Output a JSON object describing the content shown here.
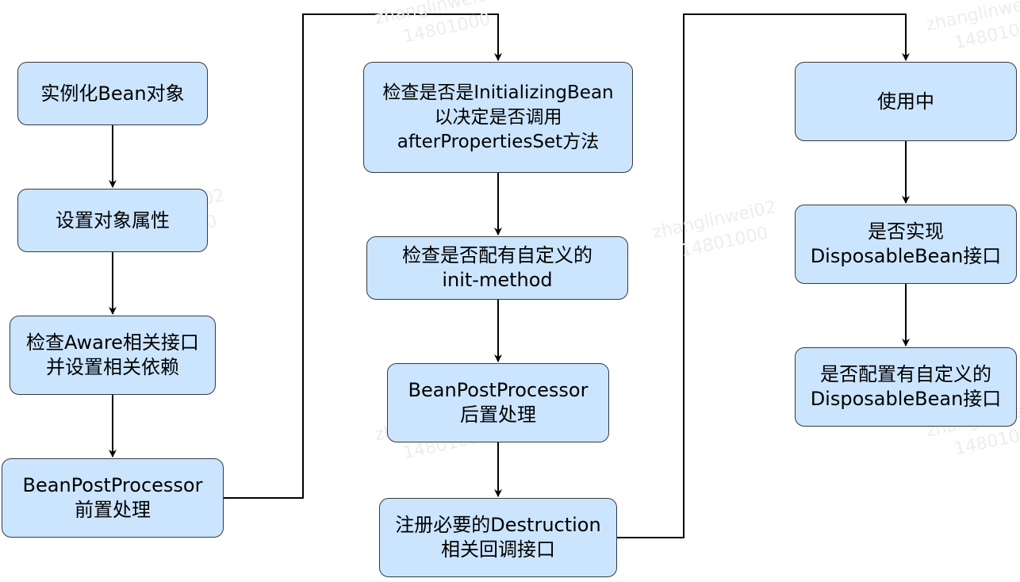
{
  "colors": {
    "node_fill": "#cce5ff",
    "node_border": "#36393d",
    "edge": "#000000",
    "watermark": "#ededed"
  },
  "nodes": {
    "instantiate": {
      "lines": [
        "实例化Bean对象"
      ]
    },
    "set_props": {
      "lines": [
        "设置对象属性"
      ]
    },
    "aware": {
      "lines": [
        "检查Aware相关接口",
        "并设置相关依赖"
      ]
    },
    "bpp_before": {
      "lines": [
        "BeanPostProcessor",
        "前置处理"
      ]
    },
    "initializing_bean": {
      "lines": [
        "检查是否是InitializingBean",
        "以决定是否调用",
        "afterPropertiesSet方法"
      ]
    },
    "init_method": {
      "lines": [
        "检查是否配有自定义的",
        "init-method"
      ]
    },
    "bpp_after": {
      "lines": [
        "BeanPostProcessor",
        "后置处理"
      ]
    },
    "register_destruction": {
      "lines": [
        "注册必要的Destruction",
        "相关回调接口"
      ]
    },
    "in_use": {
      "lines": [
        "使用中"
      ]
    },
    "disposable_bean": {
      "lines": [
        "是否实现",
        "DisposableBean接口"
      ]
    },
    "custom_destroy": {
      "lines": [
        "是否配置有自定义的",
        "DisposableBean接口"
      ]
    }
  },
  "watermark": {
    "lines": [
      "zhanglinwei02",
      "14801000"
    ]
  }
}
